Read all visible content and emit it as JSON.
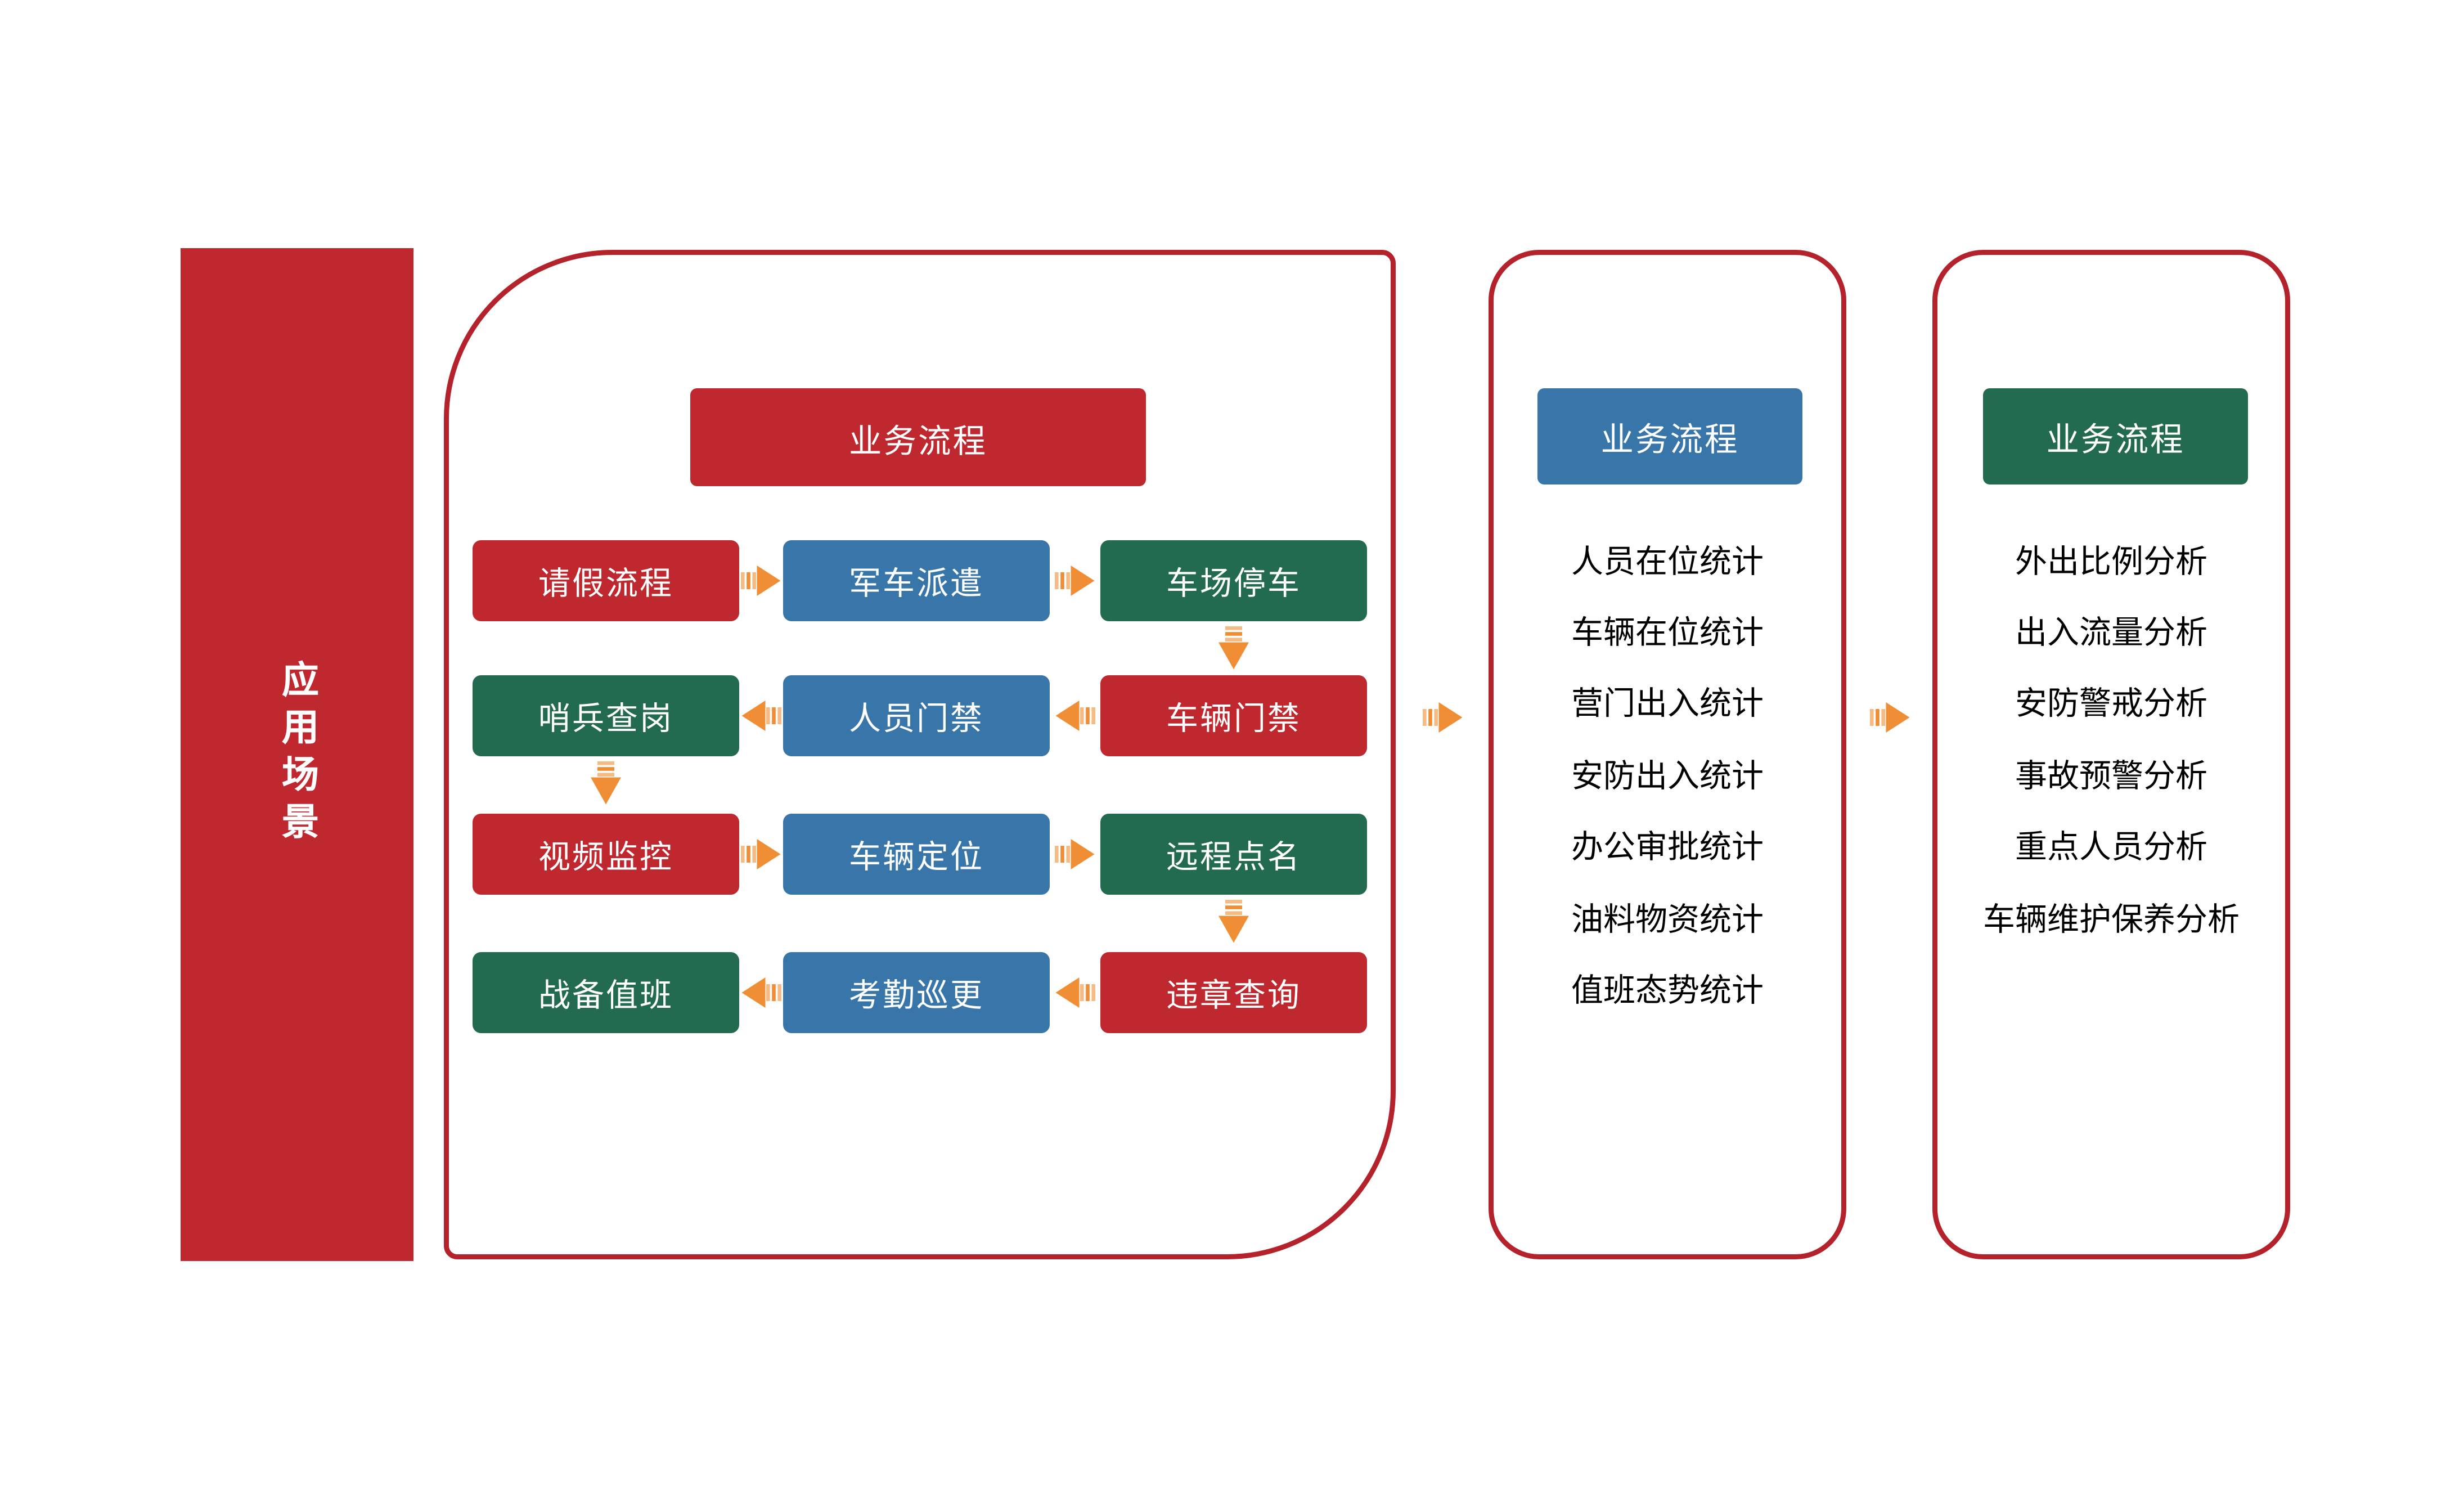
{
  "page": {
    "background": "#FFFFFF"
  },
  "colors": {
    "red": "#BF282E",
    "blue": "#3876A9",
    "green": "#226B4E",
    "panel_border": "#B4232B",
    "arrow_orange": "#EF8E35",
    "arrow_orange_light": "#F6BB82",
    "text_on_color": "#FFFFFF",
    "list_text": "#000000"
  },
  "sidebar": {
    "title": "应用场景"
  },
  "flow": {
    "header": "业务流程",
    "rows": [
      {
        "direction": "right",
        "cells": [
          {
            "label": "请假流程",
            "color": "red"
          },
          {
            "label": "军车派遣",
            "color": "blue"
          },
          {
            "label": "车场停车",
            "color": "green"
          }
        ]
      },
      {
        "direction": "left",
        "cells": [
          {
            "label": "哨兵查岗",
            "color": "green"
          },
          {
            "label": "人员门禁",
            "color": "blue"
          },
          {
            "label": "车辆门禁",
            "color": "red"
          }
        ]
      },
      {
        "direction": "right",
        "cells": [
          {
            "label": "视频监控",
            "color": "red"
          },
          {
            "label": "车辆定位",
            "color": "blue"
          },
          {
            "label": "远程点名",
            "color": "green"
          }
        ]
      },
      {
        "direction": "left",
        "cells": [
          {
            "label": "战备值班",
            "color": "green"
          },
          {
            "label": "考勤巡更",
            "color": "blue"
          },
          {
            "label": "违章查询",
            "color": "red"
          }
        ]
      }
    ],
    "down_connectors": [
      "车场停车→车辆门禁",
      "哨兵查岗→视频监控",
      "远程点名→违章查询"
    ]
  },
  "stats_panel": {
    "header": "业务流程",
    "items": [
      "人员在位统计",
      "车辆在位统计",
      "营门出入统计",
      "安防出入统计",
      "办公审批统计",
      "油料物资统计",
      "值班态势统计"
    ]
  },
  "analysis_panel": {
    "header": "业务流程",
    "items": [
      "外出比例分析",
      "出入流量分析",
      "安防警戒分析",
      "事故预警分析",
      "重点人员分析",
      "车辆维护保养分析"
    ]
  }
}
